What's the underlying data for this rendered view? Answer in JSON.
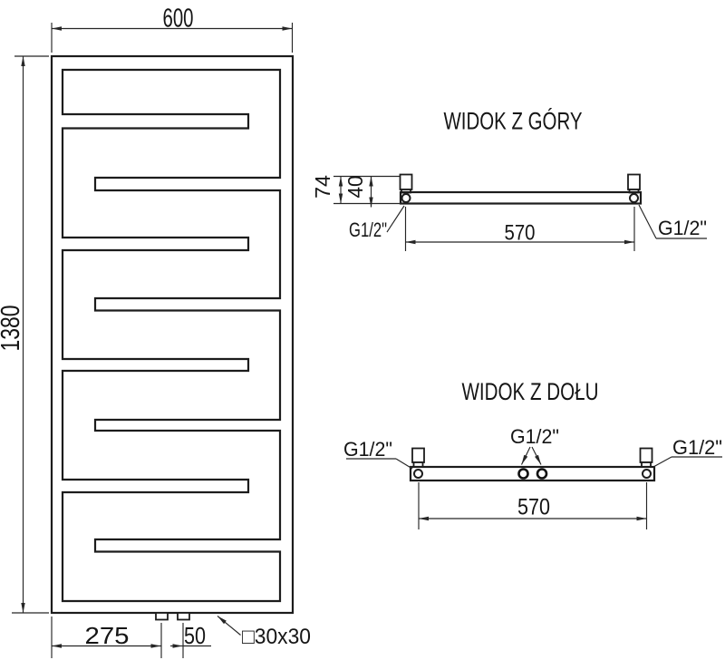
{
  "drawing": {
    "front_view": {
      "width_label": "600",
      "height_label": "1380",
      "bottom_offset_label": "275",
      "port_spacing_label": "50",
      "profile_label": "□30x30"
    },
    "top_view": {
      "title": "WIDOK Z GÓRY",
      "depth_label": "74",
      "wall_distance_label": "40",
      "connection_spacing_label": "570",
      "port_left_label": "G1/2\"",
      "port_right_label": "G1/2\""
    },
    "bottom_view": {
      "title": "WIDOK Z DOŁU",
      "connection_spacing_label": "570",
      "port_left_label": "G1/2\"",
      "port_center_label": "G1/2\"",
      "port_right_label": "G1/2\""
    },
    "colors": {
      "line": "#1c1c1c",
      "background": "#ffffff"
    }
  }
}
